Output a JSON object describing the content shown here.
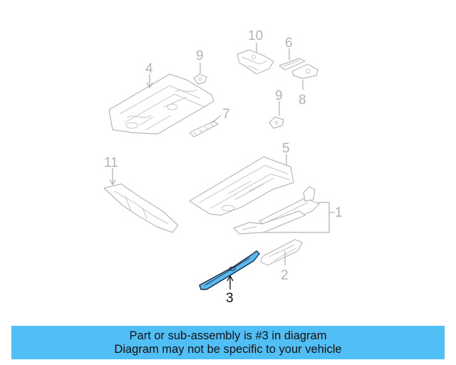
{
  "diagram": {
    "callouts": [
      {
        "id": "c1",
        "text": "1"
      },
      {
        "id": "c2",
        "text": "2"
      },
      {
        "id": "c3",
        "text": "3"
      },
      {
        "id": "c4",
        "text": "4"
      },
      {
        "id": "c5",
        "text": "5"
      },
      {
        "id": "c6",
        "text": "6"
      },
      {
        "id": "c7",
        "text": "7"
      },
      {
        "id": "c8",
        "text": "8"
      },
      {
        "id": "c9a",
        "text": "9"
      },
      {
        "id": "c9b",
        "text": "9"
      },
      {
        "id": "c10",
        "text": "10"
      },
      {
        "id": "c11",
        "text": "11"
      }
    ],
    "highlighted_part": "3",
    "colors": {
      "highlight_fill": "#5bb8ee",
      "highlight_stroke": "#1b2c45",
      "part_stroke": "#b8b8b8",
      "callout_gray": "#b3b3b3"
    }
  },
  "banner": {
    "line1": "Part or sub-assembly is #3 in diagram",
    "line2": "Diagram may not be specific to your vehicle",
    "color": "#4fbff5"
  }
}
